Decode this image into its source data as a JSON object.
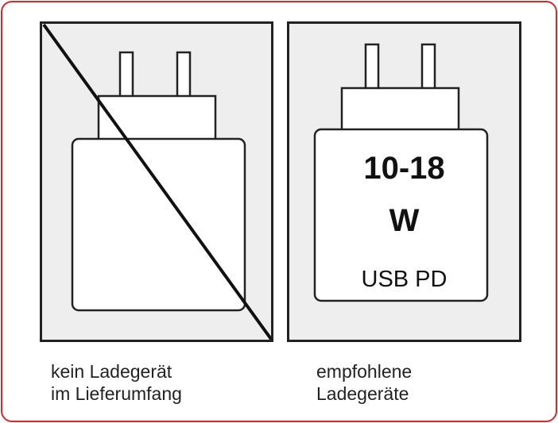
{
  "colors": {
    "frame_border": "#d62a2a",
    "panel_fill": "#eeeeee",
    "charger_fill": "#ffffff",
    "stroke": "#222222"
  },
  "left_panel": {
    "icon": "charger-crossed-out-icon",
    "caption_line1": "kein Ladegerät",
    "caption_line2": "im Lieferumfang"
  },
  "right_panel": {
    "icon": "charger-icon",
    "power_range": "10-18",
    "power_unit": "W",
    "standard": "USB PD",
    "caption_line1": "empfohlene",
    "caption_line2": "Ladegeräte"
  }
}
